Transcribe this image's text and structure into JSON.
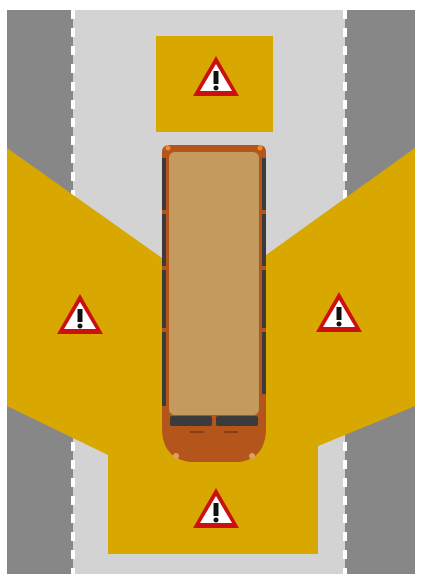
{
  "diagram": {
    "subject": "bus-blind-spot-danger-zones",
    "colors": {
      "background": "#ffffff",
      "road": "#d3d3d3",
      "side_lane": "#878787",
      "lane_marking": "#ffffff",
      "danger_zone": "#d8a800",
      "bus_body": "#b4561c",
      "bus_roof": "#c49a5e",
      "bus_window": "#3b3b3b",
      "warning_fill": "#ffffff",
      "warning_border": "#cc1010",
      "warning_symbol": "#111111"
    },
    "zones": [
      {
        "id": "front",
        "icon": "warning-triangle-icon"
      },
      {
        "id": "left-side",
        "icon": "warning-triangle-icon"
      },
      {
        "id": "right-side",
        "icon": "warning-triangle-icon"
      },
      {
        "id": "rear",
        "icon": "warning-triangle-icon"
      }
    ],
    "vehicle": {
      "type": "bus",
      "view": "top-down"
    }
  }
}
